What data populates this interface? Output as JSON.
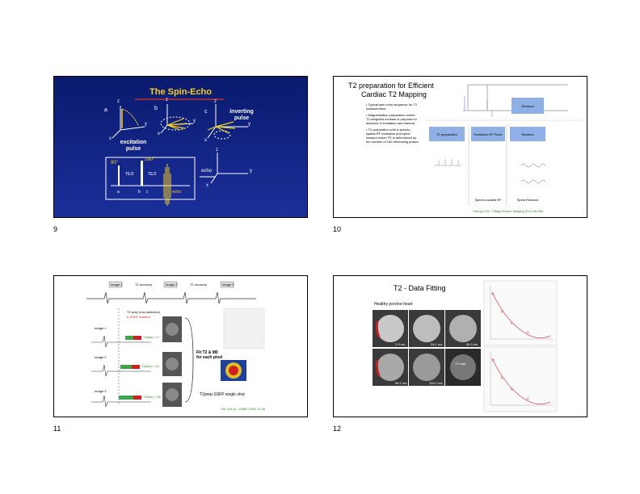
{
  "page_numbers": [
    "9",
    "10",
    "11",
    "12"
  ],
  "slide9": {
    "title": "The Spin-Echo",
    "label_a": "a",
    "label_b": "b",
    "label_c": "c",
    "axis_z": "z",
    "axis_y": "y",
    "axis_x": "x",
    "excitation_pulse": "excitation\npulse",
    "inverting_pulse": "inverting\npulse",
    "echo_arrow_label": "echo",
    "pulse_90": "90°",
    "pulse_180": "180°",
    "tau_2": "TE/2",
    "seq_echo": "echo",
    "footer_dot": "·"
  },
  "slide10": {
    "title_line1": "T2 preparation for Efficient",
    "title_line2": "Cardiac T2 Mapping",
    "bullets": [
      "Typical spin echo sequence for T2 measurement.",
      "Magnetization preparation where T2-weighted contrast is prepared in advance of excitation and readout.",
      "T2-preparation with a spectro-spatial RF excitation and spiral readout where TE is determined by the number of 180 refocusing pulses."
    ],
    "boxes": [
      "T2 preparation",
      "Excitation RF Pulse",
      "Readout"
    ],
    "top_box": "Readout",
    "footer_labels": [
      "Spectro-spatial RF",
      "Spiral Readout"
    ],
    "citation": "Cheng H-M, J Magn Reson Imaging 2012;36:655"
  },
  "slide11": {
    "labels_top": [
      "Image 1",
      "T1 recovery",
      "Image 2",
      "T1 recovery",
      "Image 3"
    ],
    "legend": [
      "T2 prep (non selective)",
      "b-SSFP readout"
    ],
    "image_labels": [
      "Image 1",
      "Image 2",
      "Image 3"
    ],
    "t2prep_labels": [
      "T2prep = 0",
      "T2prep = 24",
      "T2prep = 55"
    ],
    "fit_label": "Fit T2 & M0\nfor each pixel",
    "method_label": "T2prep-SSFP single shot",
    "citation": "Giri S et al., JCMR 2009; 11:56"
  },
  "slide12": {
    "title": "T2 - Data Fitting",
    "subtitle": "Healthy porcine heart",
    "echo_times": [
      "2.9 ms",
      "24.1 ms",
      "45.3 ms",
      "66.1 ms",
      "104.2 ms"
    ],
    "map_label": "T2 map"
  },
  "colors": {
    "slide9_bg": "#1a2a8c",
    "slide9_title": "#f5d020",
    "citation_green": "#2e8b2e",
    "box_blue": "#8fb0e6",
    "fit_red": "#d04050"
  }
}
